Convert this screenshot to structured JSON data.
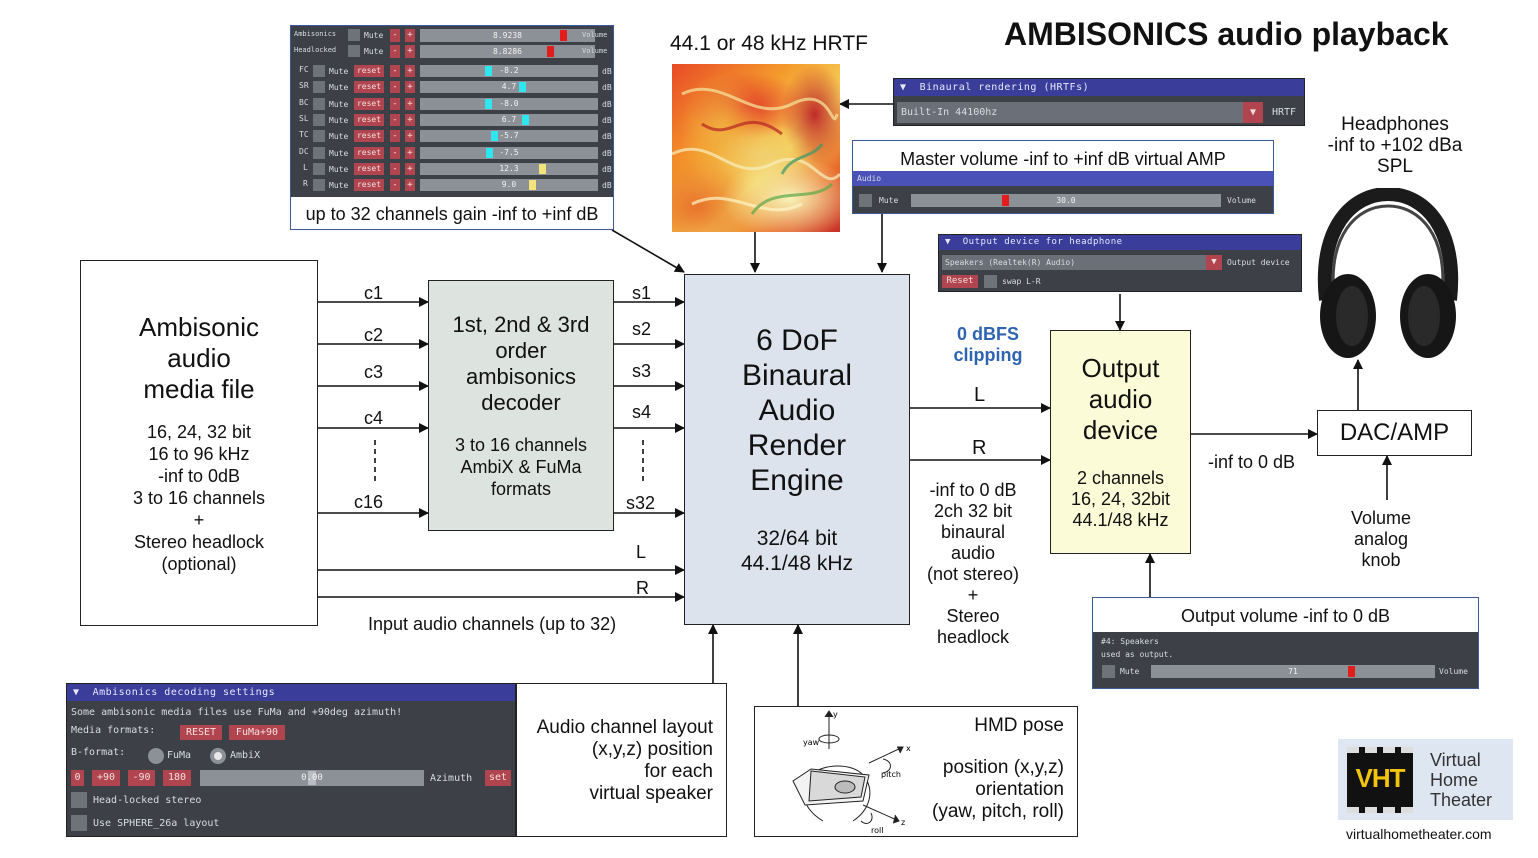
{
  "title": "AMBISONICS audio playback",
  "channel_gain_panel": {
    "top_rows": [
      {
        "label": "Ambisonics",
        "mute": "Mute",
        "value": "8.9238",
        "unit": "Volume"
      },
      {
        "label": "Headlocked",
        "mute": "Mute",
        "value": "8.8286",
        "unit": "Volume"
      }
    ],
    "rows": [
      {
        "label": "FC",
        "mute": "Mute",
        "reset": "reset",
        "minus": "-",
        "plus": "+",
        "value": "-8.2",
        "unit": "dB",
        "level": 0.38,
        "color": "#2ee6f0"
      },
      {
        "label": "SR",
        "mute": "Mute",
        "reset": "reset",
        "minus": "-",
        "plus": "+",
        "value": "4.7",
        "unit": "dB",
        "level": 0.58,
        "color": "#2ee6f0"
      },
      {
        "label": "BC",
        "mute": "Mute",
        "reset": "reset",
        "minus": "-",
        "plus": "+",
        "value": "-8.0",
        "unit": "dB",
        "level": 0.38,
        "color": "#2ee6f0"
      },
      {
        "label": "SL",
        "mute": "Mute",
        "reset": "reset",
        "minus": "-",
        "plus": "+",
        "value": "6.7",
        "unit": "dB",
        "level": 0.6,
        "color": "#2ee6f0"
      },
      {
        "label": "TC",
        "mute": "Mute",
        "reset": "reset",
        "minus": "-",
        "plus": "+",
        "value": "-5.7",
        "unit": "dB",
        "level": 0.42,
        "color": "#2ee6f0"
      },
      {
        "label": "DC",
        "mute": "Mute",
        "reset": "reset",
        "minus": "-",
        "plus": "+",
        "value": "-7.5",
        "unit": "dB",
        "level": 0.39,
        "color": "#2ee6f0"
      },
      {
        "label": "L",
        "mute": "Mute",
        "reset": "reset",
        "minus": "-",
        "plus": "+",
        "value": "12.3",
        "unit": "dB",
        "level": 0.7,
        "color": "#f4e27a"
      },
      {
        "label": "R",
        "mute": "Mute",
        "reset": "reset",
        "minus": "-",
        "plus": "+",
        "value": "9.0",
        "unit": "dB",
        "level": 0.64,
        "color": "#f4e27a"
      }
    ],
    "caption": "up to 32 channels gain -inf to +inf dB"
  },
  "hrtf_label": "44.1 or 48 kHz HRTF",
  "binaural_panel": {
    "title": "Binaural rendering (HRTFs)",
    "selected": "Built-In 44100hz",
    "suffix": "HRTF"
  },
  "master_volume": {
    "caption": "Master volume -inf to +inf dB virtual AMP",
    "section": "Audio",
    "mute": "Mute",
    "value": "30.0",
    "unit": "Volume",
    "level": 0.3
  },
  "output_device_panel": {
    "title": "Output device for headphone",
    "selected": "Speakers (Realtek(R) Audio)",
    "suffix": "Output device",
    "reset": "Reset",
    "swap": "swap L-R"
  },
  "headphones_text": "Headphones\n-inf to +102 dBa\nSPL",
  "media_file": {
    "title": "Ambisonic\naudio\nmedia file",
    "details": "16, 24, 32 bit\n16 to 96 kHz\n-inf to 0dB\n3 to 16 channels\n+\nStereo headlock\n(optional)"
  },
  "input_channels": [
    "c1",
    "c2",
    "c3",
    "c4",
    "c16"
  ],
  "input_caption": "Input audio channels (up to 32)",
  "decoder": {
    "title": "1st, 2nd & 3rd\norder\nambisonics\ndecoder",
    "details": "3 to 16 channels\nAmbiX & FuMa\nformats"
  },
  "speaker_channels": [
    "s1",
    "s2",
    "s3",
    "s4",
    "s32"
  ],
  "stereo_channels": [
    "L",
    "R"
  ],
  "engine": {
    "title": "6 DoF\nBinaural\nAudio\nRender\nEngine",
    "details": "32/64 bit\n44.1/48 kHz"
  },
  "clipping": "0 dBFS\nclipping",
  "binaural_out_channels": [
    "L",
    "R"
  ],
  "binaural_out_text": "-inf to 0 dB\n2ch 32 bit\nbinaural\naudio\n(not stereo)\n+\nStereo\nheadlock",
  "output_device": {
    "title": "Output\naudio\ndevice",
    "details": "2 channels\n16, 24, 32bit\n44.1/48 kHz"
  },
  "dac_label": "DAC/AMP",
  "dac_input": "-inf to 0 dB",
  "volume_knob": "Volume\nanalog\nknob",
  "output_volume": {
    "caption": "Output volume -inf to 0 dB",
    "line1": "#4: Speakers",
    "line2": "used as output.",
    "mute": "Mute",
    "value": "71",
    "unit": "Volume",
    "level": 0.71
  },
  "decoding_panel": {
    "title": "Ambisonics decoding settings",
    "note": "Some ambisonic media files use FuMa and +90deg azimuth!",
    "formats_label": "Media formats:",
    "reset": "RESET",
    "fuma90": "FuMa+90",
    "bformat_label": "B-format:",
    "fuma": "FuMa",
    "ambix": "AmbiX",
    "az_buttons": [
      "0",
      "+90",
      "-90",
      "180"
    ],
    "az_value": "0.00",
    "az_label": "Azimuth",
    "set": "set",
    "head_locked": "Head-locked stereo",
    "sphere": "Use SPHERE_26a layout"
  },
  "layout_caption": "Audio channel layout\n(x,y,z) position\nfor each\nvirtual speaker",
  "hmd": {
    "title": "HMD pose",
    "details": "position (x,y,z)\norientation\n(yaw, pitch, roll)",
    "axes": [
      "y",
      "yaw",
      "x",
      "pitch",
      "z",
      "roll"
    ]
  },
  "logo": {
    "abbr": "VHT",
    "name": "Virtual\nHome\nTheater",
    "url": "virtualhometheater.com"
  },
  "colors": {
    "accent_blue": "#2f64b0",
    "gui_bg": "#3d4147",
    "gui_title": "#3a3d9a",
    "gui_button": "#b0454f",
    "engine_fill": "#dce3ec",
    "decoder_fill": "#dde3df",
    "output_fill": "#fbfbd7"
  }
}
